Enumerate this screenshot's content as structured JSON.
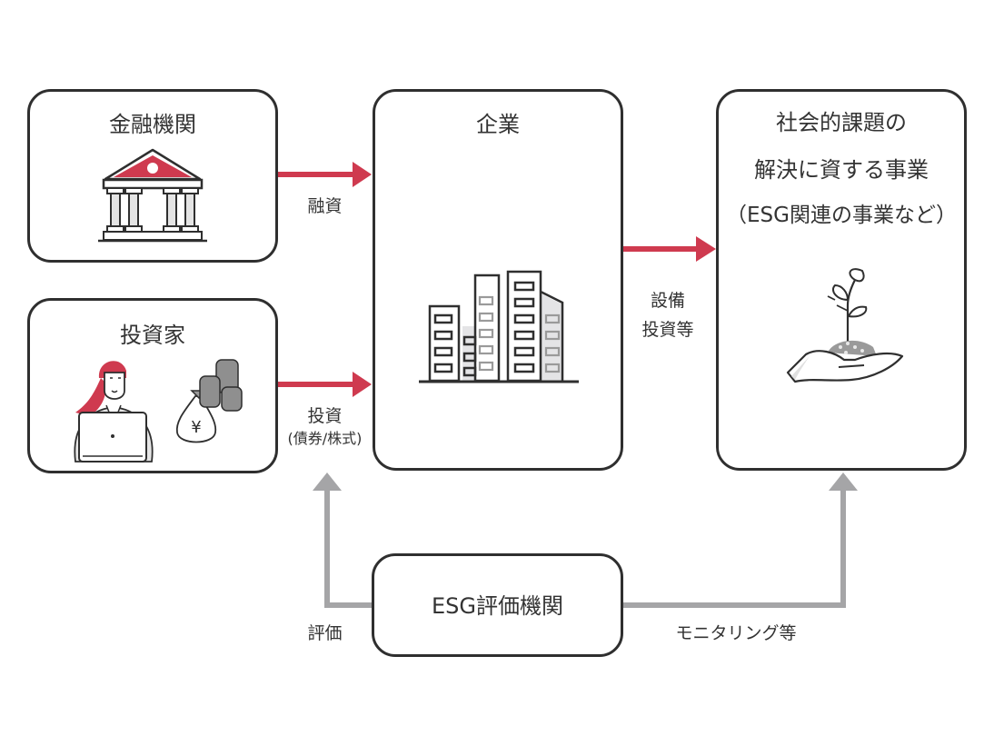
{
  "colors": {
    "accent_red": "#cf3a4f",
    "flow_gray": "#a5a5a7",
    "border": "#2f2f2f",
    "text": "#333333"
  },
  "nodes": {
    "financial_institution": {
      "title": "金融機関",
      "icon": "bank-icon"
    },
    "investor": {
      "title": "投資家",
      "icon": "investor-with-laptop-and-money-icon"
    },
    "company": {
      "title": "企業",
      "icon": "buildings-icon"
    },
    "social_project": {
      "title_lines": [
        "社会的課題の",
        "解決に資する事業",
        "（ESG関連の事業など）"
      ],
      "icon": "hand-holding-sprout-icon"
    },
    "esg_rater": {
      "title": "ESG評価機関"
    }
  },
  "edges": {
    "loan": {
      "label": "融資",
      "from": "金融機関",
      "to": "企業",
      "color": "red"
    },
    "investment": {
      "label": "投資",
      "sublabel": "(債券/株式)",
      "from": "投資家",
      "to": "企業",
      "color": "red"
    },
    "capex": {
      "label_lines": [
        "設備",
        "投資等"
      ],
      "from": "企業",
      "to": "社会的課題の解決に資する事業",
      "color": "red"
    },
    "rating": {
      "label": "評価",
      "from": "ESG評価機関",
      "to": "企業",
      "color": "gray"
    },
    "monitoring": {
      "label": "モニタリング等",
      "from": "ESG評価機関",
      "to": "社会的課題の解決に資する事業",
      "color": "gray"
    }
  }
}
